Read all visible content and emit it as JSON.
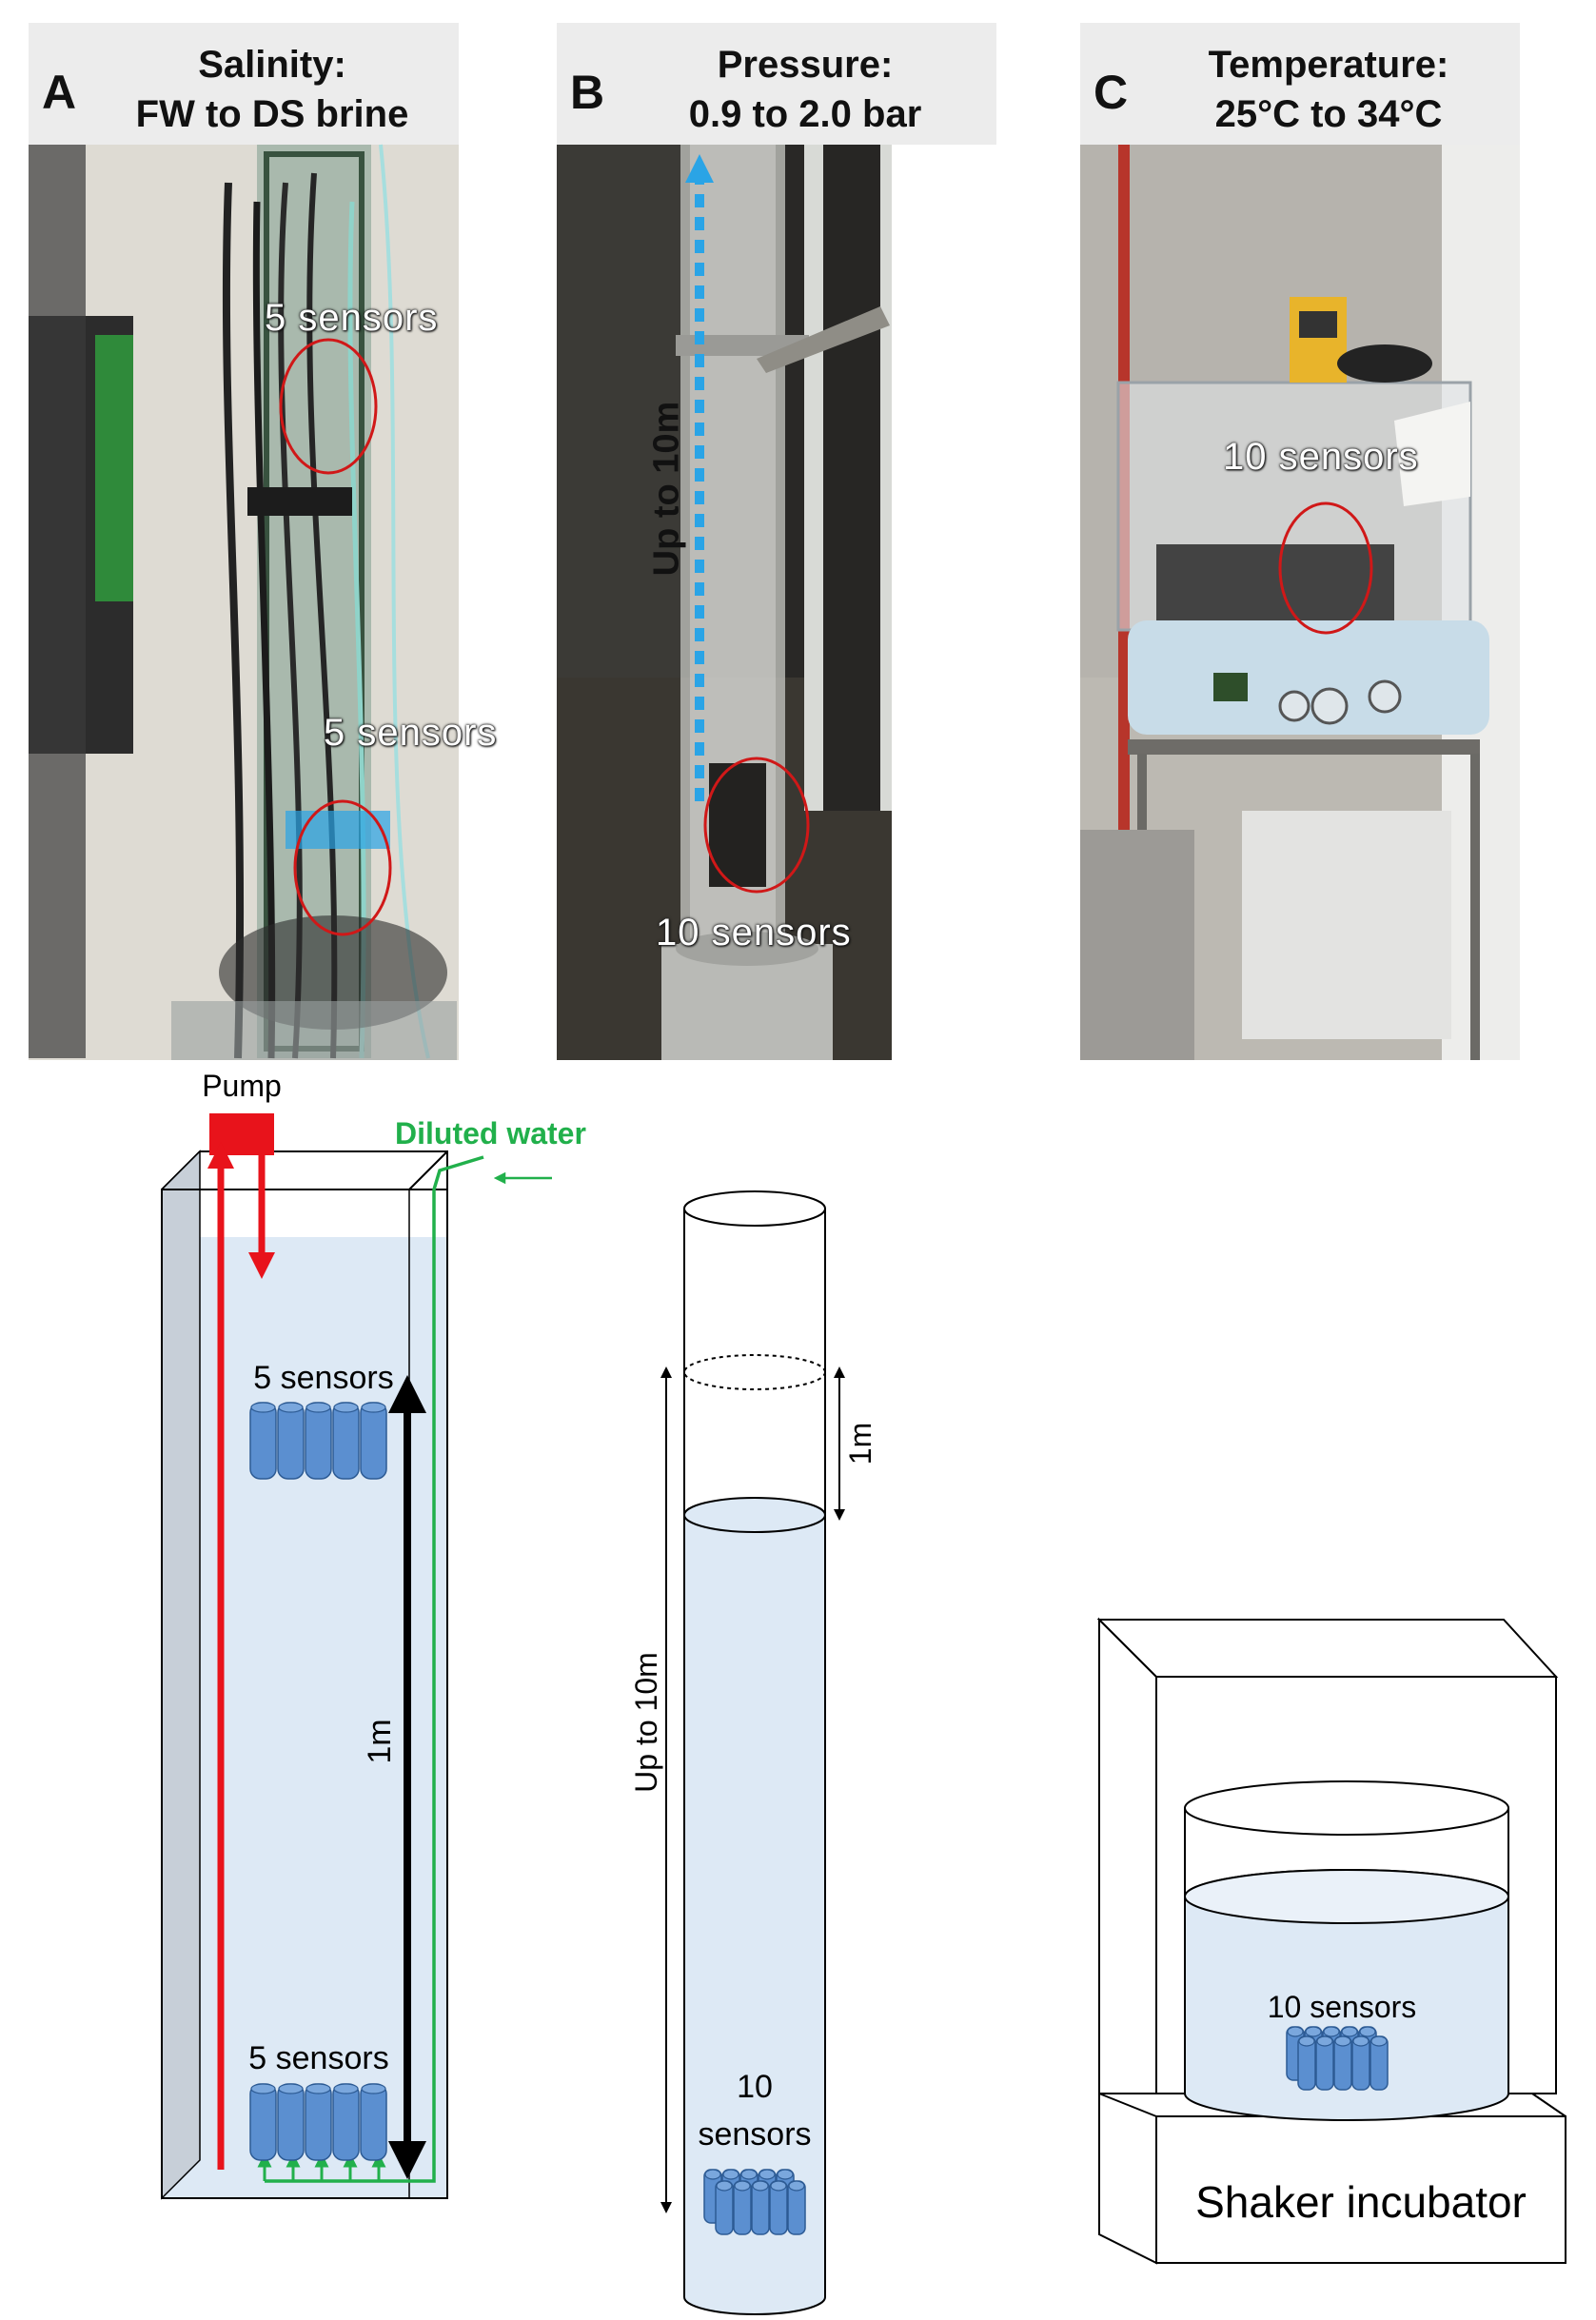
{
  "panels": [
    {
      "letter": "A",
      "title_line1": "Salinity:",
      "title_line2": "FW to DS brine",
      "photo_labels": [
        "5 sensors",
        "5 sensors"
      ]
    },
    {
      "letter": "B",
      "title_line1": "Pressure:",
      "title_line2": "0.9 to 2.0 bar",
      "photo_labels": [
        "Up to 10m",
        "10 sensors"
      ]
    },
    {
      "letter": "C",
      "title_line1": "Temperature:",
      "title_line2": "25°C to 34°C",
      "photo_labels": [
        "10 sensors"
      ]
    }
  ],
  "diagram_a": {
    "pump_label": "Pump",
    "inlet_label": "Diluted water",
    "sensors_top": "5 sensors",
    "sensors_bottom": "5 sensors",
    "distance": "1m"
  },
  "diagram_b": {
    "height_label": "Up to 10m",
    "step_label": "1m",
    "sensors_line1": "10",
    "sensors_line2": "sensors"
  },
  "diagram_c": {
    "sensors_label": "10 sensors",
    "device_label": "Shaker incubator"
  },
  "colors": {
    "pump_red": "#e8131b",
    "inlet_green": "#21b04b",
    "water_blue": "#dde9f5",
    "sensor_blue": "#5b8fd0",
    "dashed_arrow_blue": "#2aa4e6",
    "ring_red": "#d01818"
  }
}
